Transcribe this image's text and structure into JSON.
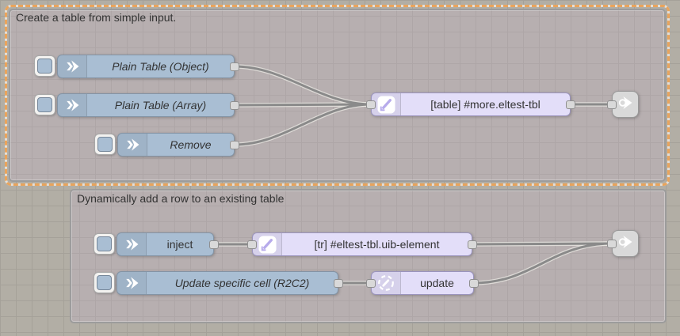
{
  "colors": {
    "canvas_bg": "#b2aea5",
    "grid_line": "#a5a199",
    "group_fill": "rgba(197,180,201,0.30)",
    "group_border": "#9c9c9c",
    "selection_dash": "#e9a45c",
    "inject_fill": "#a9bed3",
    "inject_border": "#8494a5",
    "element_fill": "#e3def9",
    "element_border": "#9b94bd",
    "link_fill": "#d9d9d9",
    "link_border": "#999999",
    "wire": "#8a8a8a",
    "port_fill": "#d9d9d9",
    "port_border": "#8f8f8f",
    "label_text": "#333333"
  },
  "groups": {
    "create_table": {
      "label": "Create a table from simple input.",
      "selected": true
    },
    "add_row": {
      "label": "Dynamically add a row to an existing table",
      "selected": false
    }
  },
  "nodes": {
    "plain_object": {
      "label": "Plain Table (Object)",
      "type": "inject",
      "italic": true
    },
    "plain_array": {
      "label": "Plain Table (Array)",
      "type": "inject",
      "italic": true
    },
    "remove": {
      "label": "Remove",
      "type": "inject",
      "italic": true
    },
    "table": {
      "label": "[table] #more.eltest-tbl",
      "type": "uib-element",
      "italic": false
    },
    "link_out_1": {
      "label": "",
      "type": "link-out"
    },
    "inject": {
      "label": "inject",
      "type": "inject",
      "italic": false
    },
    "tr": {
      "label": "[tr] #eltest-tbl.uib-element",
      "type": "uib-element",
      "italic": false
    },
    "update_cell": {
      "label": "Update specific cell (R2C2)",
      "type": "inject",
      "italic": true
    },
    "update": {
      "label": "update",
      "type": "uib-update",
      "italic": false
    },
    "link_out_2": {
      "label": "",
      "type": "link-out"
    }
  },
  "icons": {
    "inject_arrow": "inject-arrow-icon",
    "pencil_square": "pencil-square-icon",
    "update_circle": "update-circle-pencil-icon",
    "link_out": "link-out-icon"
  }
}
